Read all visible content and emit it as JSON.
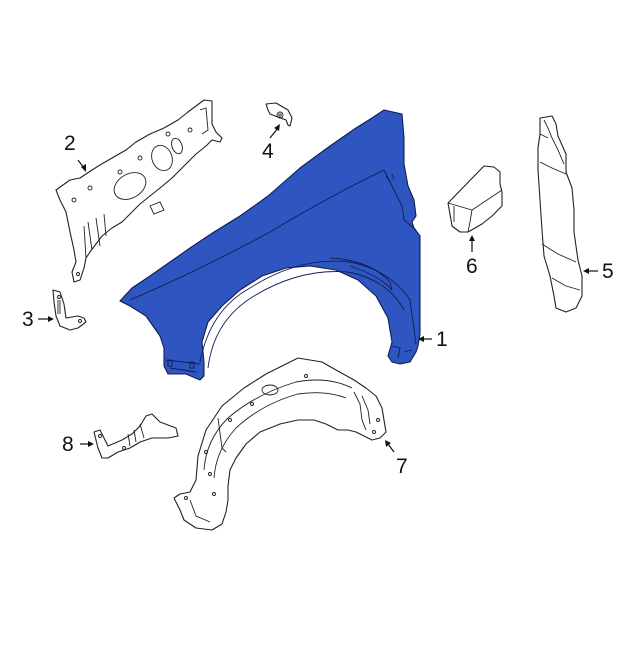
{
  "diagram": {
    "type": "exploded-parts-diagram",
    "subject": "Front fender assembly",
    "colors": {
      "highlight_part": "#2f55c0",
      "outline": "#222222",
      "background": "#ffffff"
    },
    "callouts": [
      {
        "number": "1",
        "part": "fender",
        "highlighted": true
      },
      {
        "number": "2",
        "part": "fender-apron-panel"
      },
      {
        "number": "3",
        "part": "lower-bracket"
      },
      {
        "number": "4",
        "part": "retainer-clip"
      },
      {
        "number": "5",
        "part": "fender-insulator"
      },
      {
        "number": "6",
        "part": "fender-filler-block"
      },
      {
        "number": "7",
        "part": "fender-liner"
      },
      {
        "number": "8",
        "part": "liner-bracket"
      }
    ]
  }
}
